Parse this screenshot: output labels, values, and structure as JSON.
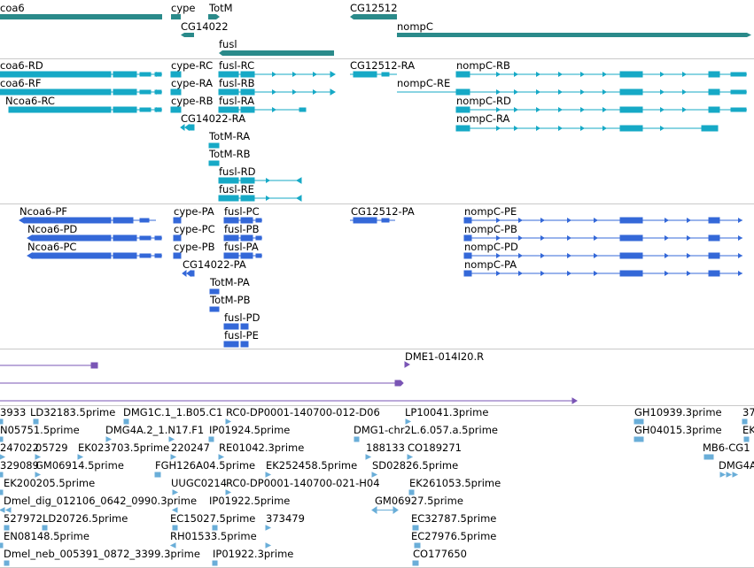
{
  "colors": {
    "gene": "#2a8a8a",
    "transcript": "#16a9c6",
    "cds": "#3468d8",
    "cdna": "#7a55b5",
    "est": "#6aaed8",
    "separator": "#c9c9c9"
  },
  "tracks": {
    "genes": [
      "coa6",
      "cype",
      "TotM",
      "CG14022",
      "fusl",
      "CG12512",
      "nompC"
    ],
    "transcripts": [
      "coa6-RD",
      "coa6-RF",
      "Ncoa6-RC",
      "cype-RC",
      "cype-RA",
      "cype-RB",
      "fusl-RC",
      "fusl-RB",
      "fusl-RA",
      "CG14022-RA",
      "TotM-RA",
      "TotM-RB",
      "fusl-RD",
      "fusl-RE",
      "CG12512-RA",
      "nompC-RE",
      "nompC-RB",
      "nompC-RD",
      "nompC-RA"
    ],
    "cds": [
      "Ncoa6-PF",
      "Ncoa6-PD",
      "Ncoa6-PC",
      "cype-PA",
      "cype-PC",
      "cype-PB",
      "fusl-PC",
      "fusl-PB",
      "fusl-PA",
      "CG14022-PA",
      "TotM-PA",
      "TotM-PB",
      "fusl-PD",
      "fusl-PE",
      "CG12512-PA",
      "nompC-PE",
      "nompC-PB",
      "nompC-PD",
      "nompC-PA"
    ],
    "cdna": [
      "DME1-014I20.R"
    ],
    "est": [
      "3933",
      "LD32183.5prime",
      "DMG1C.1_1.B05.C1",
      "RC0-DP0001-140700-012-D06",
      "LP10041.3prime",
      "GH10939.3prime",
      "37",
      "N05751.5prime",
      "DMG4A.2_1.N17.F1",
      "IP01924.5prime",
      "DMG1-chr2L.6.057.a.5prime",
      "GH04015.3prime",
      "EK",
      "247022",
      "05729",
      "EK023703.5prime",
      "220247",
      "RE01042.3prime",
      "188133",
      "CO189271",
      "MB6-CG1",
      "329089",
      "GM06914.5prime",
      "FGH126A04.5prime",
      "EK252458.5prime",
      "SD02826.5prime",
      "DMG4A",
      "EK200205.5prime",
      "UUGC0214",
      "RC0-DP0001-140700-021-H04",
      "EK261053.5prime",
      "Dmel_dig_012106_0642_0990.3prime",
      "GM06927.5prime",
      "527972",
      "LD20726.5prime",
      "EC15027.5prime",
      "373479",
      "IP01922.5prime",
      "EC32787.5prime",
      "EN08148.5prime",
      "RH01533.5prime",
      "EC27976.5prime",
      "Dmel_neb_005391_0872_3399.3prime",
      "IP01922.3prime",
      "CO177650"
    ]
  }
}
